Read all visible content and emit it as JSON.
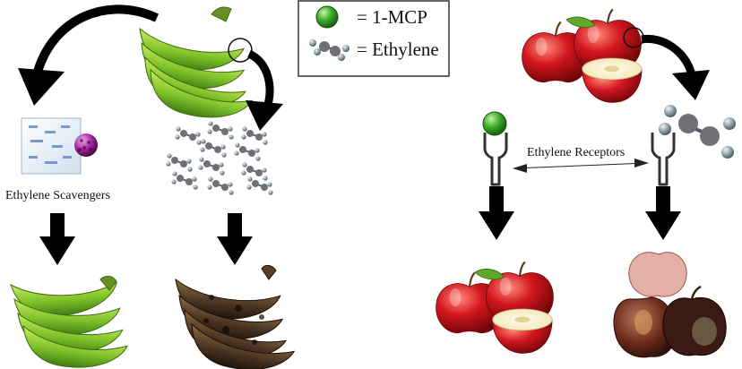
{
  "legend": {
    "mcp_label": "= 1-MCP",
    "ethylene_label": "= Ethylene",
    "mcp_icon": "green-sphere-icon",
    "ethylene_icon": "ethylene-molecule-icon"
  },
  "labels": {
    "scavengers": "Ethylene Scavengers",
    "receptors": "Ethylene Receptors"
  },
  "colors": {
    "banana_green": "#7fc12a",
    "banana_dark": "#4c3524",
    "apple_red": "#c8141c",
    "mcp_green": "#3fae2a",
    "molecule_grey": "#8a9aa3",
    "arrow": "#000000"
  }
}
